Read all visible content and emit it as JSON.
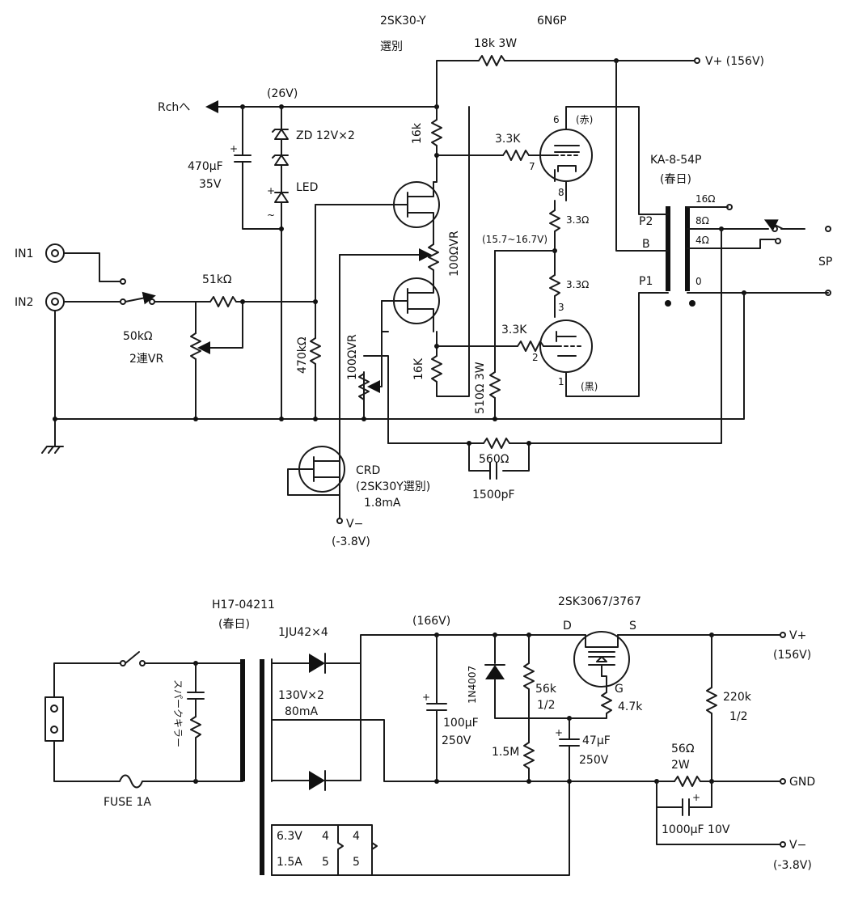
{
  "amp": {
    "in1": "IN1",
    "in2": "IN2",
    "r_51k": "51kΩ",
    "vr_50k": "50kΩ",
    "vr_50k_2": "2連VR",
    "r_470k": "470kΩ",
    "rch": "Rchへ",
    "v26": "(26V)",
    "c470": "470μF",
    "c470_v": "35V",
    "zd": "ZD 12V×2",
    "led": "LED",
    "fet_top": "2SK30-Y",
    "fet_top2": "選別",
    "r_16k_top": "16k",
    "r_16k_bot": "16K",
    "vr_100_mid": "100ΩVR",
    "vr_100_left": "100ΩVR",
    "r_510": "510Ω 3W",
    "tube": "6N6P",
    "r_18k": "18k 3W",
    "vplus": "V+ (156V)",
    "r_33k_top": "3.3K",
    "r_33k_bot": "3.3K",
    "r_33_a": "3.3Ω",
    "r_33_b": "3.3Ω",
    "v_range": "(15.7~16.7V)",
    "pin6": "6",
    "pin7": "7",
    "pin8": "8",
    "pin3": "3",
    "pin2": "2",
    "pin1": "1",
    "aka": "(赤)",
    "kuro": "(黒)",
    "ot": "KA-8-54P",
    "ot_maker": "(春日)",
    "p2": "P2",
    "b": "B",
    "p1": "P1",
    "o16": "16Ω",
    "o8": "8Ω",
    "o4": "4Ω",
    "o0": "0",
    "sp": "SP",
    "r_560": "560Ω",
    "c_1500": "1500pF",
    "crd": "CRD",
    "crd2": "(2SK30Y選別)",
    "crd3": "1.8mA",
    "vminus": "V−",
    "vminus_v": "(-3.8V)"
  },
  "psu": {
    "pt": "H17-04211",
    "pt_maker": "(春日)",
    "diodes": "1JU42×4",
    "sec": "130V×2",
    "sec_i": "80mA",
    "heater": "6.3V",
    "heater_i": "1.5A",
    "h4a": "4",
    "h5a": "5",
    "h4b": "4",
    "h5b": "5",
    "spark": "スパークキラー",
    "fuse": "FUSE 1A",
    "v166": "(166V)",
    "c100": "100μF",
    "c100_v": "250V",
    "d1n": "1N4007",
    "mosfet": "2SK3067/3767",
    "d": "D",
    "s": "S",
    "g": "G",
    "r56k": "56k",
    "r56k_w": "1/2",
    "r15m": "1.5M",
    "c47": "47μF",
    "c47_v": "250V",
    "r47k": "4.7k",
    "r220k": "220k",
    "r220k_w": "1/2",
    "r56": "56Ω",
    "r56_w": "2W",
    "c1000": "1000μF 10V",
    "vplus": "V+",
    "vplus_v": "(156V)",
    "gnd": "GND",
    "vminus": "V−",
    "vminus_v": "(-3.8V)"
  }
}
